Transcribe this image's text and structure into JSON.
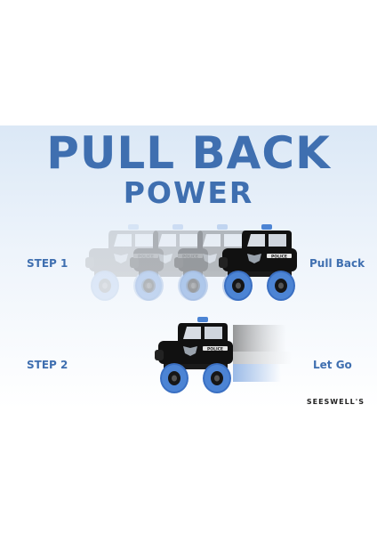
{
  "banner": {
    "title": "PULL BACK",
    "subtitle": "POWER",
    "step1_label": "STEP 1",
    "step1_action": "Pull Back",
    "step2_label": "STEP 2",
    "step2_action": "Let Go",
    "brand": "SEESWELL'S",
    "car_door_text": "POLICE"
  },
  "colors": {
    "accent": "#3f6fb0",
    "wheel": "#4c84d4",
    "body": "#111111"
  }
}
